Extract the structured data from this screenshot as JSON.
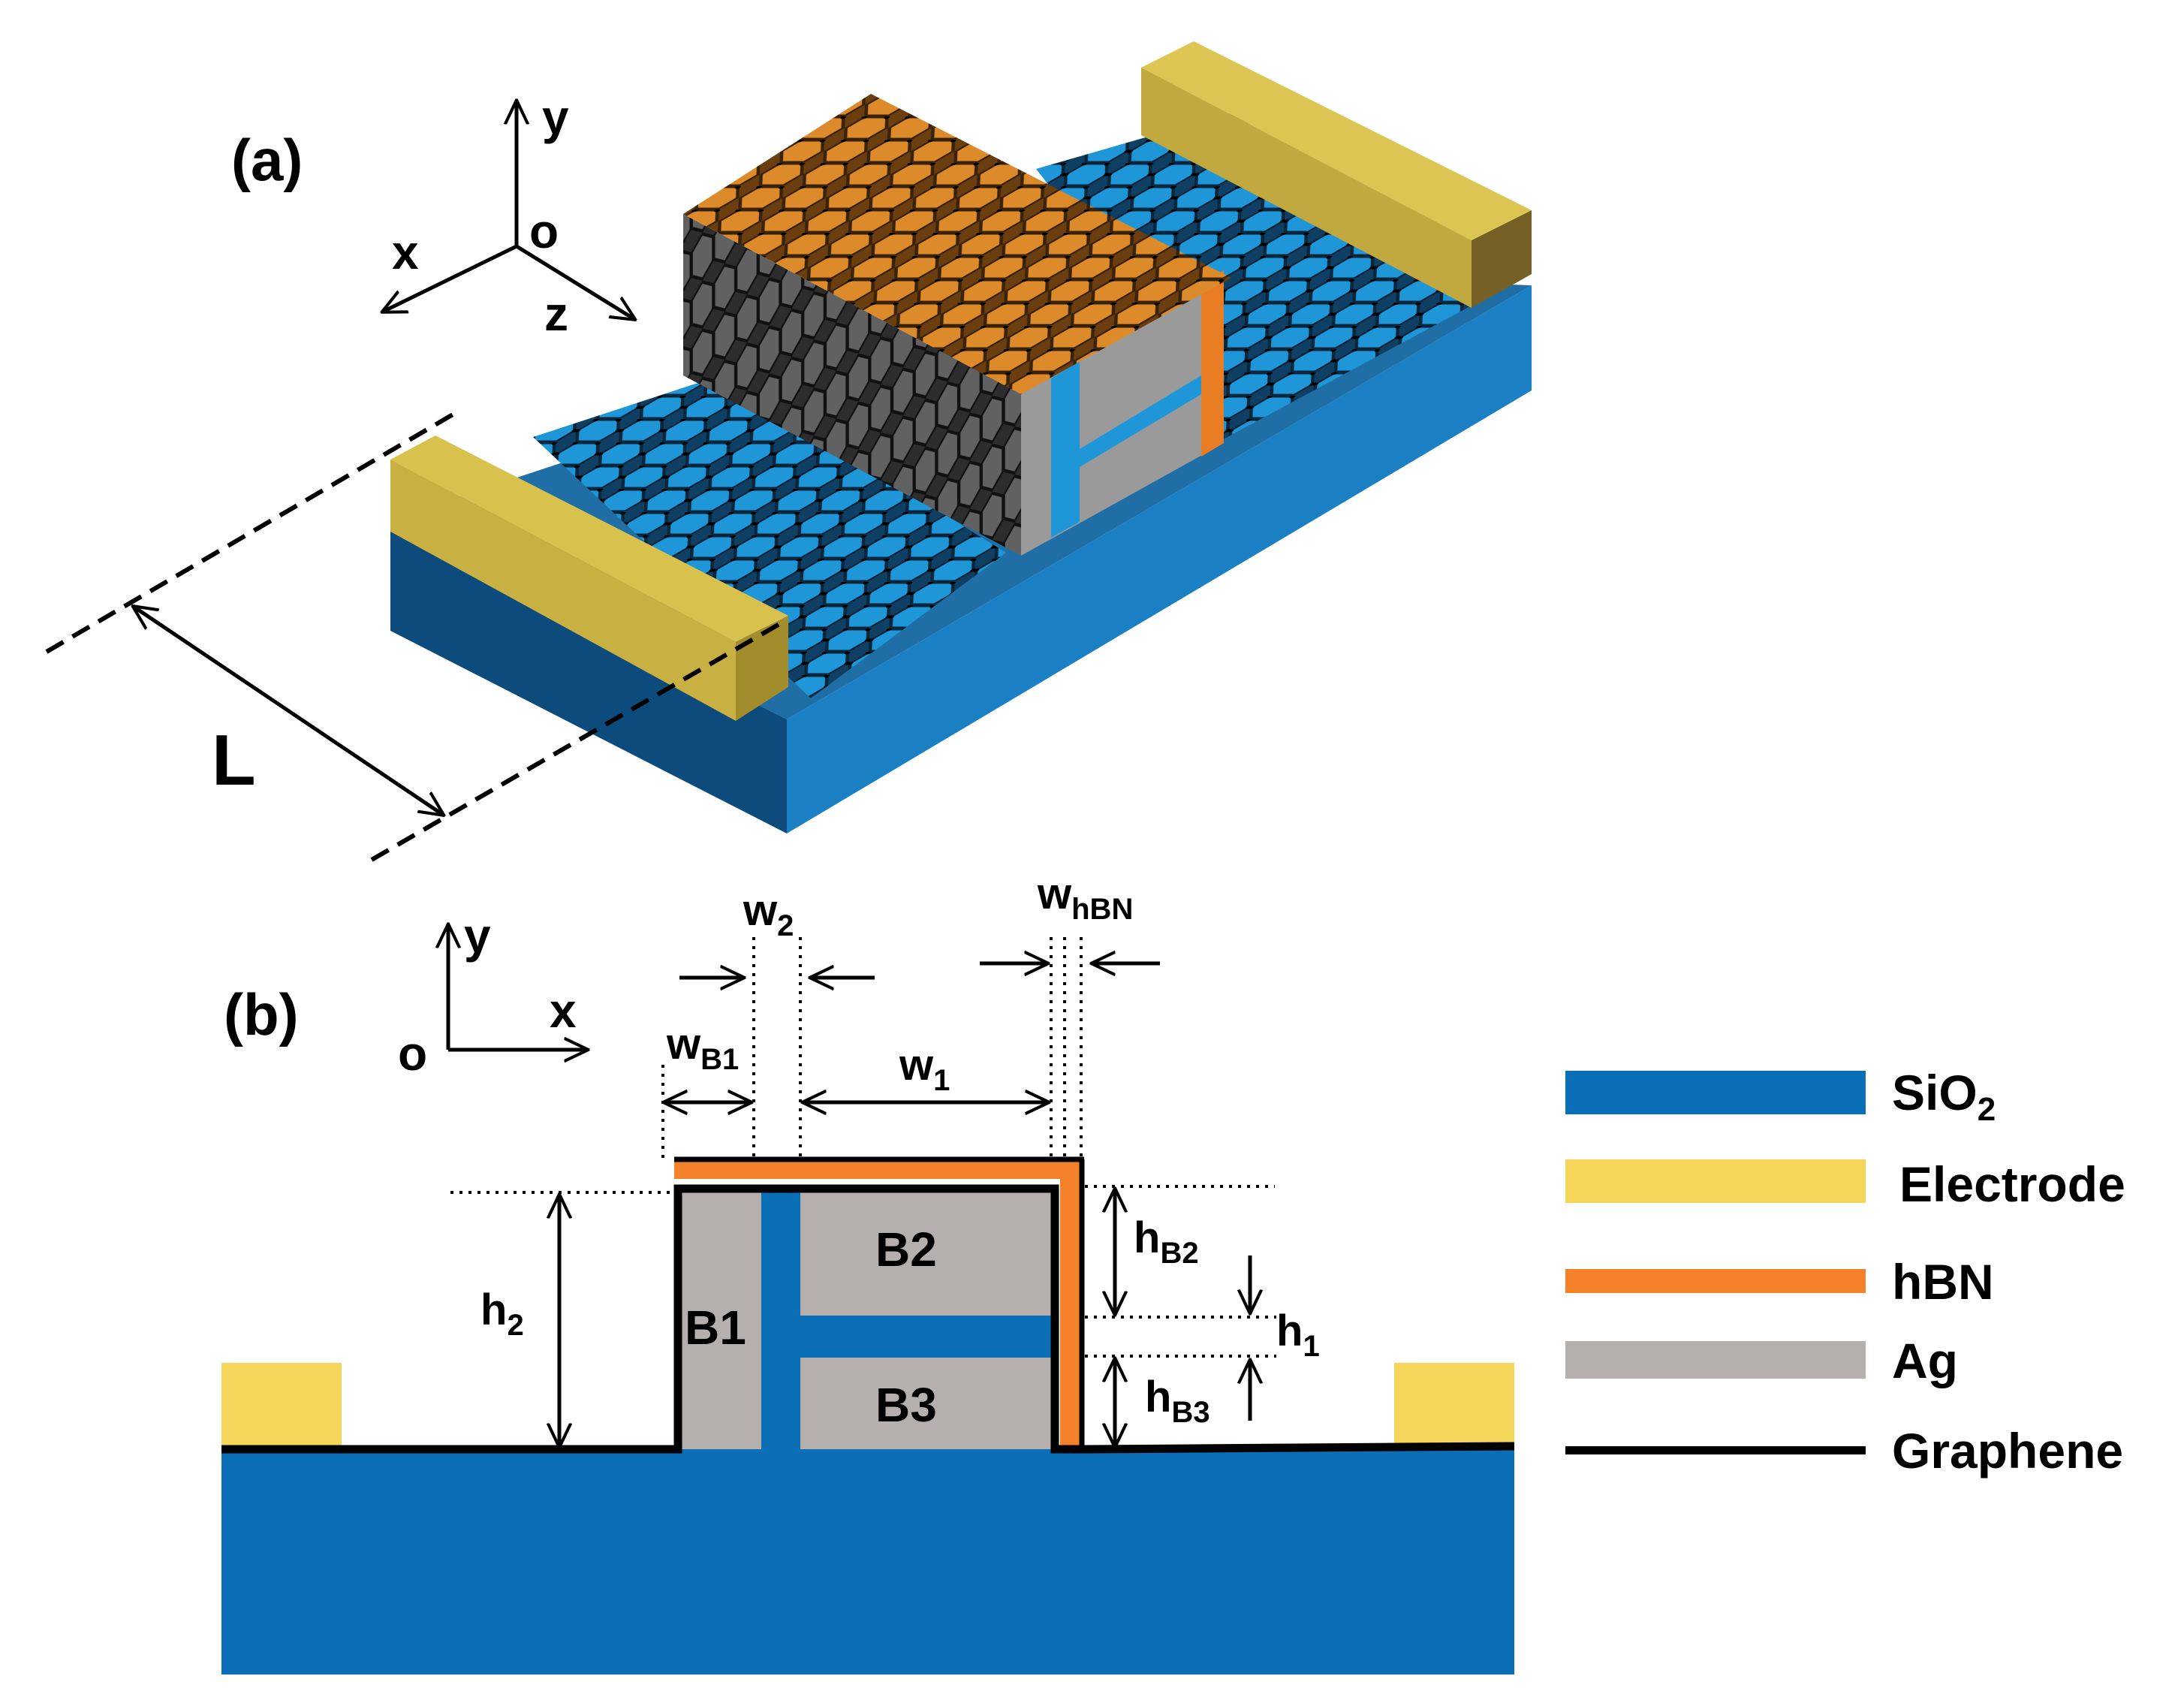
{
  "colors": {
    "sio2": "#0a6fb6",
    "electrode": "#f6d65a",
    "electrode_dark": "#d6b84a",
    "hbn": "#f5822a",
    "ag": "#b5b0ad",
    "graphene": "#000000",
    "lattice_blue": "#1f96d8",
    "lattice_orange": "#dd8a2a",
    "lattice_gray": "#5a5a5a"
  },
  "panel_a": {
    "label": "(a)",
    "axes": {
      "y": "y",
      "x": "x",
      "z": "z",
      "origin": "o"
    },
    "length_label": "L"
  },
  "panel_b": {
    "label": "(b)",
    "axes": {
      "y": "y",
      "x": "x",
      "origin": "o"
    },
    "blocks": {
      "b1": "B1",
      "b2": "B2",
      "b3": "B3"
    },
    "dims": {
      "w2": {
        "base": "w",
        "sub": "2"
      },
      "whbn": {
        "base": "w",
        "sub": "hBN"
      },
      "wb1": {
        "base": "w",
        "sub": "B1"
      },
      "w1": {
        "base": "w",
        "sub": "1"
      },
      "h2": {
        "base": "h",
        "sub": "2"
      },
      "hb2": {
        "base": "h",
        "sub": "B2"
      },
      "h1": {
        "base": "h",
        "sub": "1"
      },
      "hb3": {
        "base": "h",
        "sub": "B3"
      }
    }
  },
  "legend": {
    "items": [
      {
        "key": "sio2",
        "label": "SiO",
        "sub": "2"
      },
      {
        "key": "electrode",
        "label": "Electrode",
        "sub": ""
      },
      {
        "key": "hbn",
        "label": "hBN",
        "sub": ""
      },
      {
        "key": "ag",
        "label": "Ag",
        "sub": ""
      },
      {
        "key": "graphene",
        "label": "Graphene",
        "sub": ""
      }
    ]
  }
}
